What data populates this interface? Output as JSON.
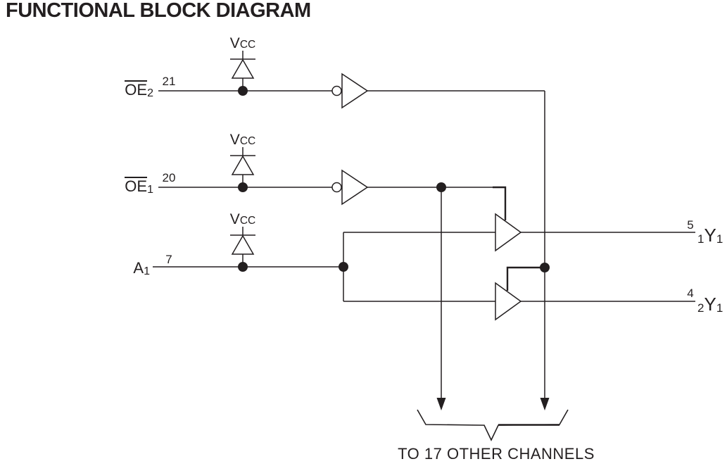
{
  "title": "FUNCTIONAL BLOCK DIAGRAM",
  "colors": {
    "ink": "#231f20",
    "background": "#ffffff"
  },
  "power_rail": {
    "main": "V",
    "sub": "CC"
  },
  "inputs": [
    {
      "id": "OE2",
      "base": "OE",
      "sub": "2",
      "has_overline": true,
      "pin": "21"
    },
    {
      "id": "OE1",
      "base": "OE",
      "sub": "1",
      "has_overline": true,
      "pin": "20"
    },
    {
      "id": "A1",
      "base": "A",
      "sub": "1",
      "has_overline": false,
      "pin": "7"
    }
  ],
  "outputs": [
    {
      "id": "1Y1",
      "presub": "1",
      "base": "Y",
      "sub": "1",
      "pin": "5"
    },
    {
      "id": "2Y1",
      "presub": "2",
      "base": "Y",
      "sub": "1",
      "pin": "4"
    }
  ],
  "annotation": "TO 17 OTHER CHANNELS",
  "symbols": [
    "clamp-diode-to-vcc",
    "inverting-buffer",
    "three-state-buffer",
    "junction-dot",
    "down-arrow",
    "brace"
  ]
}
